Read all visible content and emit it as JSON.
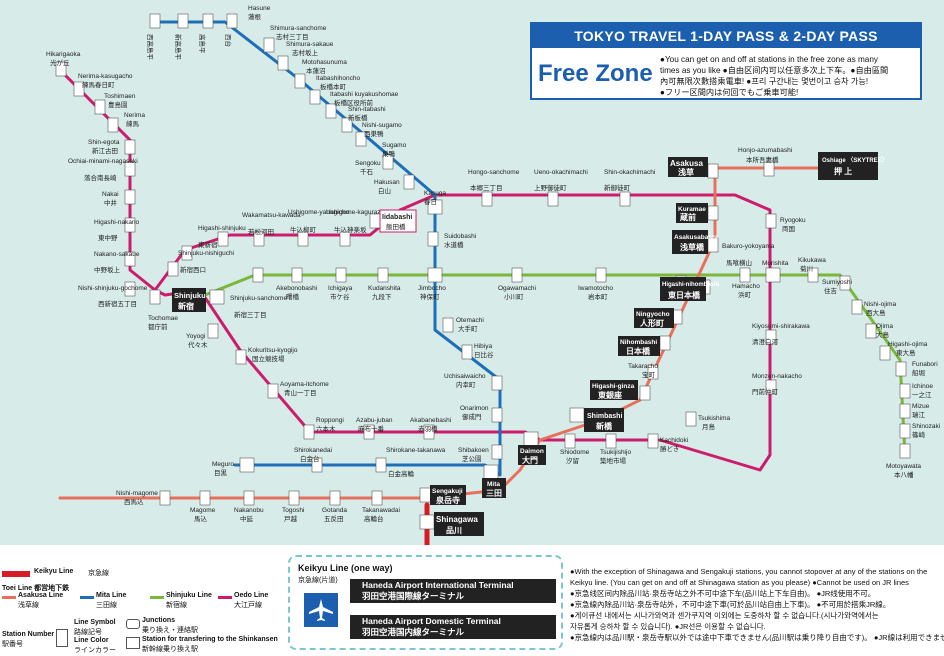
{
  "header": {
    "title": "TOKYO TRAVEL 1-DAY PASS & 2-DAY PASS",
    "free_zone": "Free Zone",
    "desc": [
      "●You can get on and off at stations in the free zone as many",
      "times as you like ●自由区间内可以任意多次上下车。●自由區間",
      "內可無限次數搭乘電車! ●프리 구간내는 몇번이고 승차 가능!",
      "●フリー区間内は何回でもご乗車可能!"
    ]
  },
  "stations": {
    "hasune": "Hasune",
    "hasune_j": "蓮根",
    "shimurasakaue": "Shimura-sakaue",
    "shimurasakaue_j": "志村坂上",
    "shimurasanchome": "Shimura-sanchome",
    "shimurasanchome_j": "志村三丁目",
    "motohasunuma": "Motohasunuma",
    "motohasunuma_j": "本蓮沼",
    "itabashihoncho": "Itabashihoncho",
    "itabashihoncho_j": "板橋本町",
    "itabashikuyakushomae": "Itabashi kuyakushomae",
    "itabashikuyakushomae_j": "板橋区役所前",
    "shinitabashi": "Shin-itabashi",
    "shinitabashi_j": "新板橋",
    "nishisugamo": "Nishi-sugamo",
    "nishisugamo_j": "西巣鴨",
    "sugamo": "Sugamo",
    "sugamo_j": "巣鴨",
    "sengoku": "Sengoku",
    "sengoku_j": "千石",
    "hakusan": "Hakusan",
    "hakusan_j": "白山",
    "kasuga": "Kasuga",
    "kasuga_j": "春日",
    "hikarigaoka": "Hikarigaoka",
    "hikarigaoka_j": "光が丘",
    "nerimakasugacho": "Nerima-kasugacho",
    "nerimakasugacho_j": "練馬春日町",
    "toshimaen": "Toshimaen",
    "toshimaen_j": "豊島園",
    "nerima": "Nerima",
    "nerima_j": "練馬",
    "shinegota": "Shin-egota",
    "shinegota_j": "新江古田",
    "ochiai": "Ochiai-minami-nagasaki",
    "ochiai_j": "落合南長崎",
    "nakai": "Nakai",
    "nakai_j": "中井",
    "higashinakano": "Higashi-nakano",
    "higashinakano_j": "東中野",
    "nakanosakaue": "Nakano-sakaue",
    "nakanosakaue_j": "中野坂上",
    "nishishinjukugochome": "Nishi-shinjuku-gochome",
    "nishishinjukugochome_j": "西新宿五丁目",
    "tochomae": "Tochomae",
    "tochomae_j": "都庁前",
    "shinjukunishiguchi": "Shinjuku-nishiguchi",
    "shinjukunishiguchi_j": "新宿西口",
    "higashishinjuku": "Higashi-shinjuku",
    "higashishinjuku_j": "東新宿",
    "wakamatsukawada": "Wakamatsu-kawada",
    "wakamatsukawada_j": "若松河田",
    "ushigomeyanagicho": "Ushigome-yanagicho",
    "ushigomeyanagicho_j": "牛込柳町",
    "ushigomekagurazaka": "Ushigome-kagurazaka",
    "ushigomekagurazaka_j": "牛込神楽坂",
    "iidabashi": "Iidabashi",
    "iidabashi_j": "飯田橋",
    "hongosanchome": "Hongo-sanchome",
    "hongosanchome_j": "本郷三丁目",
    "uenookachimachi": "Ueno-okachimachi",
    "uenookachimachi_j": "上野御徒町",
    "shinokachimachi": "Shin-okachimachi",
    "shinokachimachi_j": "新御徒町",
    "asakusa": "Asakusa",
    "asakusa_j": "浅草",
    "honjoazumabashi": "Honjo-azumabashi",
    "honjoazumabashi_j": "本所吾妻橋",
    "oshiage": "Oshiage 〈SKYTREE〉",
    "oshiage_j": "押 上",
    "kuramae": "Kuramae",
    "kuramae_j": "蔵前",
    "ryogoku": "Ryogoku",
    "ryogoku_j": "両国",
    "asakusabashi": "Asakusabashi",
    "asakusabashi_j": "浅草橋",
    "bakuroyokoyama": "Bakuro-yokoyama",
    "bakuroyokoyama_j": "馬喰横山",
    "higashinihombashi": "Higashi-nihombashi",
    "higashinihombashi_j": "東日本橋",
    "morishita": "Morishita",
    "morishita_j": "森下",
    "kikukawa": "Kikukawa",
    "kikukawa_j": "菊川",
    "sumiyoshi": "Sumiyoshi",
    "sumiyoshi_j": "住吉",
    "nishiojima": "Nishi-ojima",
    "nishiojima_j": "西大島",
    "ojima": "Ojima",
    "ojima_j": "大島",
    "higashiojima": "Higashi-ojima",
    "higashiojima_j": "東大島",
    "funabori": "Funabori",
    "funabori_j": "船堀",
    "ichinoe": "Ichinoe",
    "ichinoe_j": "一之江",
    "mizue": "Mizue",
    "mizue_j": "瑞江",
    "shinozaki": "Shinozaki",
    "shinozaki_j": "篠崎",
    "motoyawata": "Motoyawata",
    "motoyawata_j": "本八幡",
    "shinjuku": "Shinjuku",
    "shinjuku_j": "新宿",
    "shinjukusanchome": "Shinjuku-sanchome",
    "shinjukusanchome_j": "新宿三丁目",
    "akebonobashi": "Akebonobashi",
    "akebonobashi_j": "曙橋",
    "ichigaya": "Ichigaya",
    "ichigaya_j": "市ケ谷",
    "kudanshita": "Kudanshita",
    "kudanshita_j": "九段下",
    "jimbocho": "Jimbocho",
    "jimbocho_j": "神保町",
    "ogawamachi": "Ogawamachi",
    "ogawamachi_j": "小川町",
    "iwamotocho": "Iwamotocho",
    "iwamotocho_j": "岩本町",
    "hamacho": "Hamacho",
    "hamacho_j": "浜町",
    "suidobashi": "Suidobashi",
    "suidobashi_j": "水道橋",
    "otemachi": "Otemachi",
    "otemachi_j": "大手町",
    "hibiya": "Hibiya",
    "hibiya_j": "日比谷",
    "uchisaiwaicho": "Uchisaiwaicho",
    "uchisaiwaicho_j": "内幸町",
    "onarimon": "Onarimon",
    "onarimon_j": "御成門",
    "shibakoen": "Shibakoen",
    "shibakoen_j": "芝公園",
    "mita": "Mita",
    "mita_j": "三田",
    "shirokanetakanawa": "Shirokane-takanawa",
    "shirokanetakanawa_j": "白金高輪",
    "shirokanedai": "Shirokanedai",
    "shirokanedai_j": "白金台",
    "meguro": "Meguro",
    "meguro_j": "目黒",
    "yoyogi": "Yoyogi",
    "yoyogi_j": "代々木",
    "kokuritsu": "Kokuritsu-kyogijo",
    "kokuritsu_j": "国立競技場",
    "aoyamaitchome": "Aoyama-itchome",
    "aoyamaitchome_j": "青山一丁目",
    "roppongi": "Roppongi",
    "roppongi_j": "六本木",
    "azabujuban": "Azabu-juban",
    "azabujuban_j": "麻布十番",
    "akabanebashi": "Akabanebashi",
    "akabanebashi_j": "赤羽橋",
    "daimon": "Daimon",
    "daimon_j": "大門",
    "shiodome": "Shiodome",
    "shiodome_j": "汐留",
    "tsukijishijo": "Tsukijishijo",
    "tsukijishijo_j": "築地市場",
    "kachidoki": "Kachidoki",
    "kachidoki_j": "勝どき",
    "tsukishima": "Tsukishima",
    "tsukishima_j": "月島",
    "monzennakacho": "Monzen-nakacho",
    "monzennakacho_j": "門前仲町",
    "kiyosumishirakawa": "Kiyosumi-shirakawa",
    "kiyosumishirakawa_j": "清澄白河",
    "shimbashi": "Shimbashi",
    "shimbashi_j": "新橋",
    "higashiginza": "Higashi-ginza",
    "higashiginza_j": "東銀座",
    "takaracho": "Takaracho",
    "takaracho_j": "宝町",
    "nihombashi": "Nihombashi",
    "nihombashi_j": "日本橋",
    "ningyocho": "Ningyocho",
    "ningyocho_j": "人形町",
    "sengakuji": "Sengakuji",
    "sengakuji_j": "泉岳寺",
    "shinagawa": "Shinagawa",
    "shinagawa_j": "品川",
    "nishimagome": "Nishi-magome",
    "nishimagome_j": "西馬込",
    "magome": "Magome",
    "magome_j": "馬込",
    "nakanobu": "Nakanobu",
    "nakanobu_j": "中延",
    "togoshi": "Togoshi",
    "togoshi_j": "戸越",
    "gotanda": "Gotanda",
    "gotanda_j": "五反田",
    "takanawadai": "Takanawadai",
    "takanawadai_j": "高輪台",
    "nishitakashimadaira": "西高島平",
    "shintakashimadaira": "新高島平",
    "takashimadaira": "高島平",
    "nishidai": "西台"
  },
  "colors": {
    "asakusa": "#e8705b",
    "mita": "#1f6fb8",
    "shinjuku": "#7ab73a",
    "oedo": "#cc1c6b",
    "keikyu": "#d71a26",
    "bg": "#d7ece9"
  },
  "legend": {
    "keikyu_line": "Keikyu Line",
    "keikyu_line_j": "京急線",
    "toei_line": "Toei Line 都営地下鉄",
    "asakusa_line": "Asakusa Line",
    "asakusa_line_j": "浅草線",
    "mita_line": "Mita Line",
    "mita_line_j": "三田線",
    "shinjuku_line": "Shinjuku Line",
    "shinjuku_line_j": "新宿線",
    "oedo_line": "Oedo Line",
    "oedo_line_j": "大江戸線",
    "station_number": "Station Number",
    "station_number_j": "駅番号",
    "line_symbol": "Line Symbol",
    "line_symbol_j": "路線記号",
    "line_color": "Line Color",
    "line_color_j": "ラインカラー",
    "junctions": "Junctions",
    "junctions_j": "乗り換え・連絡駅",
    "shinkansen": "Station for transfering to the Shinkansen",
    "shinkansen_j": "新幹線乗り換え駅"
  },
  "airport": {
    "title": "Keikyu Line (one way)",
    "title_j": "京急線(片道)",
    "intl": "Haneda Airport International Terminal",
    "intl_j": "羽田空港国際線ターミナル",
    "dom": "Haneda Airport Domestic Terminal",
    "dom_j": "羽田空港国内線ターミナル"
  },
  "notes": [
    "●With the exception of Shinagawa and Sengakuji stations, you cannot stopover at any of the stations on the",
    "Keikyu line. (You can get on and off at Shinagawa station as you please)   ●Cannot be used on JR lines",
    "●京急线区间内除品川站·泉岳寺站之外不可中途下车(品川站上下车自由)。 ●JR线使用不可。",
    "●京急線內除品川站·泉岳寺站外，不可中途下車(可於品川站自由上下車)。 ●不可用於搭乘JR線。",
    "●게이큐선 내에서는 시나가와역과 센가쿠지역 이외에는 도중하차 할 수 없습니다.(시나가와역에서는",
    "자유롭게 승하차 할 수 있습니다).  ●JR선은 이용할 수 없습니다.",
    "●京急線内は品川駅・泉岳寺駅以外では途中下車できません(品川駅は乗り降り自由です)。 ●JR線は利用できません。"
  ]
}
